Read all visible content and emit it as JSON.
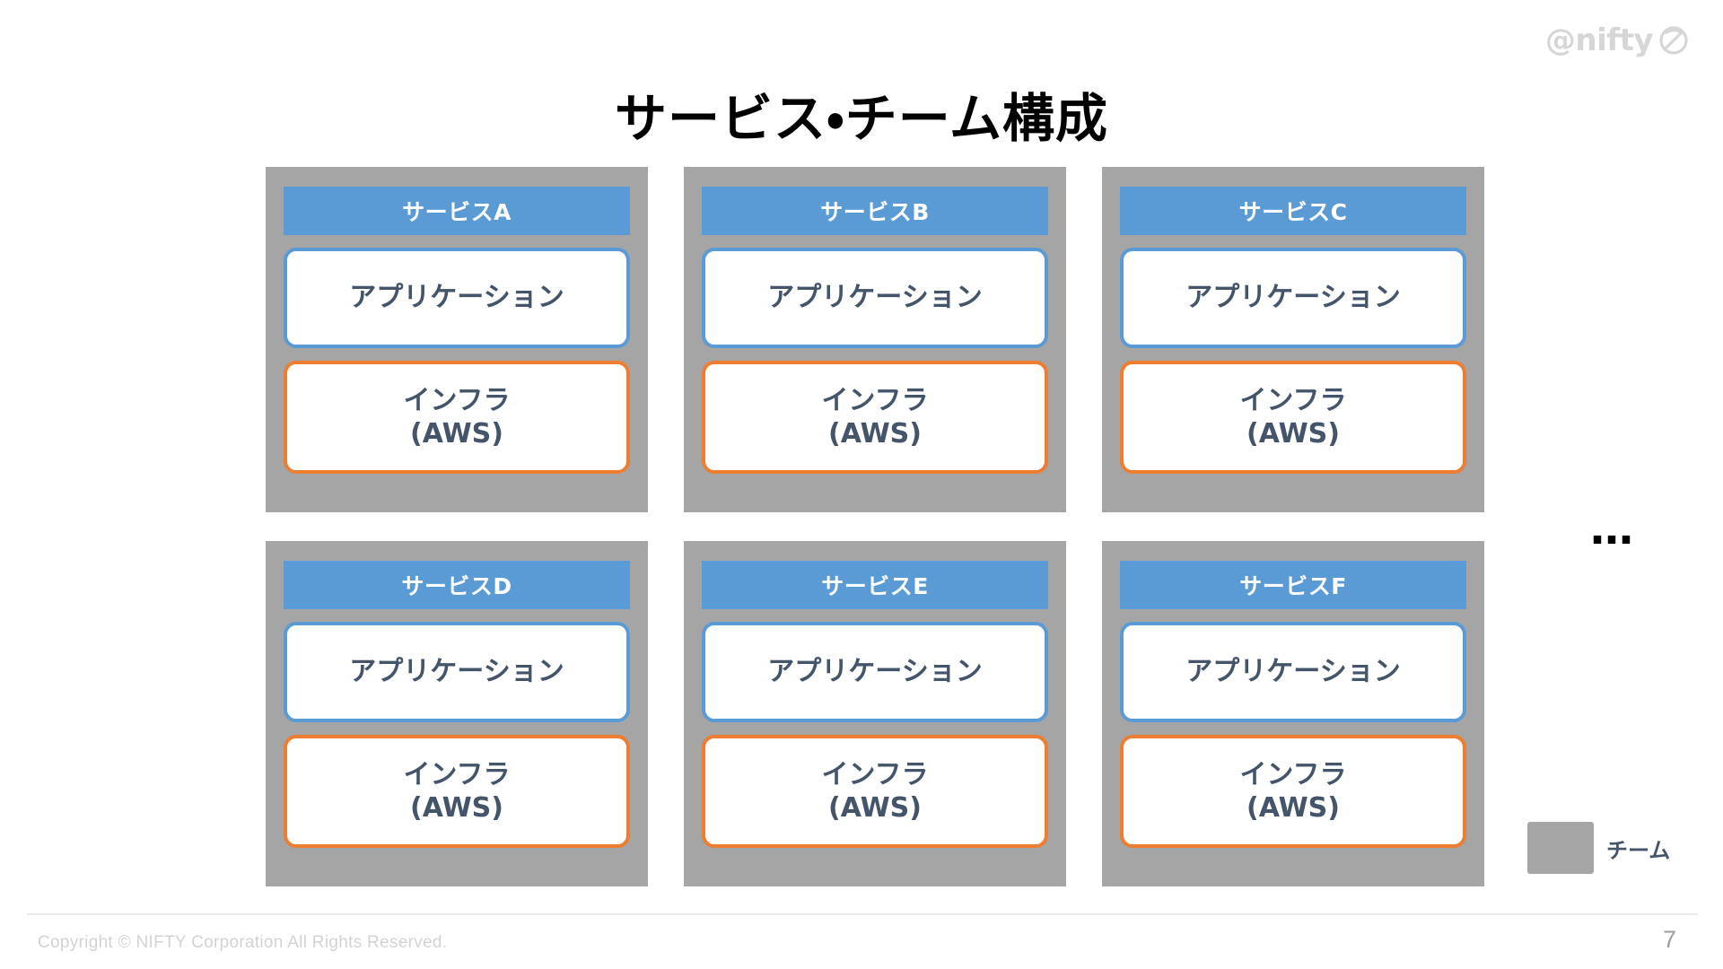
{
  "slide": {
    "title": "サービス・チーム構成",
    "page_number": "7",
    "background_color": "#FFFFFF"
  },
  "brand": {
    "name": "@nifty",
    "logo_icon": "nifty-swirl-icon",
    "color": "#D6D6D6"
  },
  "colors": {
    "team_panel_gray": "#A5A5A5",
    "service_header_blue": "#5B9BD5",
    "application_border_blue": "#5B9BD5",
    "infra_border_orange": "#ED7D31",
    "box_text": "#44546A",
    "title_text": "#000000"
  },
  "diagram": {
    "layer_labels": {
      "application": "アプリケーション",
      "infrastructure": "インフラ\n(AWS)"
    },
    "cards": [
      {
        "header": "サービスA",
        "application": "アプリケーション",
        "infrastructure": "インフラ\n(AWS)"
      },
      {
        "header": "サービスB",
        "application": "アプリケーション",
        "infrastructure": "インフラ\n(AWS)"
      },
      {
        "header": "サービスC",
        "application": "アプリケーション",
        "infrastructure": "インフラ\n(AWS)"
      },
      {
        "header": "サービスD",
        "application": "アプリケーション",
        "infrastructure": "インフラ\n(AWS)"
      },
      {
        "header": "サービスE",
        "application": "アプリケーション",
        "infrastructure": "インフラ\n(AWS)"
      },
      {
        "header": "サービスF",
        "application": "アプリケーション",
        "infrastructure": "インフラ\n(AWS)"
      }
    ],
    "continuation_marker": "…"
  },
  "legend": {
    "swatch_color": "#A5A5A5",
    "label": "チーム"
  },
  "footer": {
    "copyright": "Copyright © NIFTY Corporation All Rights Reserved."
  }
}
